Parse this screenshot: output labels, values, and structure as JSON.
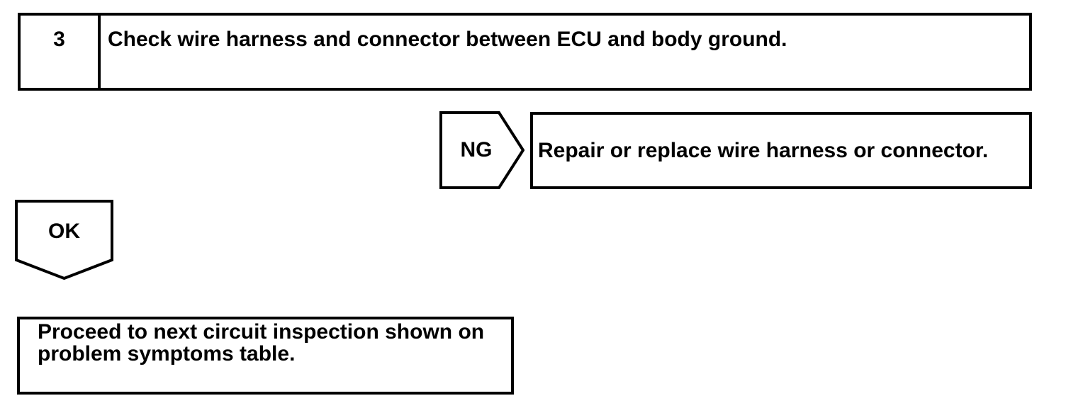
{
  "colors": {
    "background": "#ffffff",
    "line": "#000000",
    "text": "#000000"
  },
  "flowchart": {
    "step": {
      "number": "3",
      "instruction": "Check wire harness and connector between ECU and body ground."
    },
    "ng": {
      "label": "NG",
      "action": "Repair or replace wire harness or connector."
    },
    "ok": {
      "label": "OK",
      "action": "Proceed to next circuit inspection shown on problem symptoms table."
    }
  }
}
